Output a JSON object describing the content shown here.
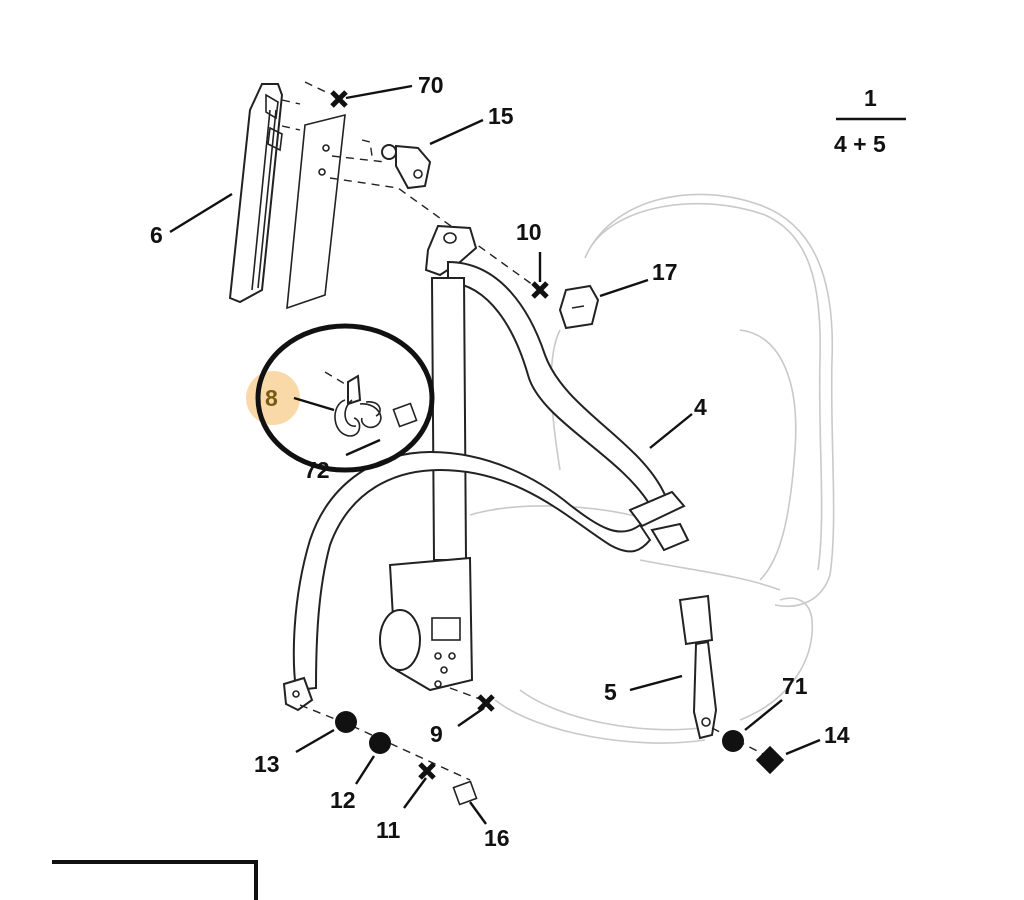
{
  "diagram": {
    "callouts": {
      "c70": "70",
      "c15": "15",
      "c1": "1",
      "c45": "4 + 5",
      "c6": "6",
      "c10": "10",
      "c17": "17",
      "c8": "8",
      "c4": "4",
      "c72": "72",
      "c5": "5",
      "c71": "71",
      "c14": "14",
      "c9": "9",
      "c13": "13",
      "c12": "12",
      "c11": "11",
      "c16": "16"
    },
    "highlighted_callout": "8",
    "colors": {
      "highlight": "#f9d9a8",
      "ink": "#111111",
      "seat_outline": "#c9c9c9"
    }
  }
}
